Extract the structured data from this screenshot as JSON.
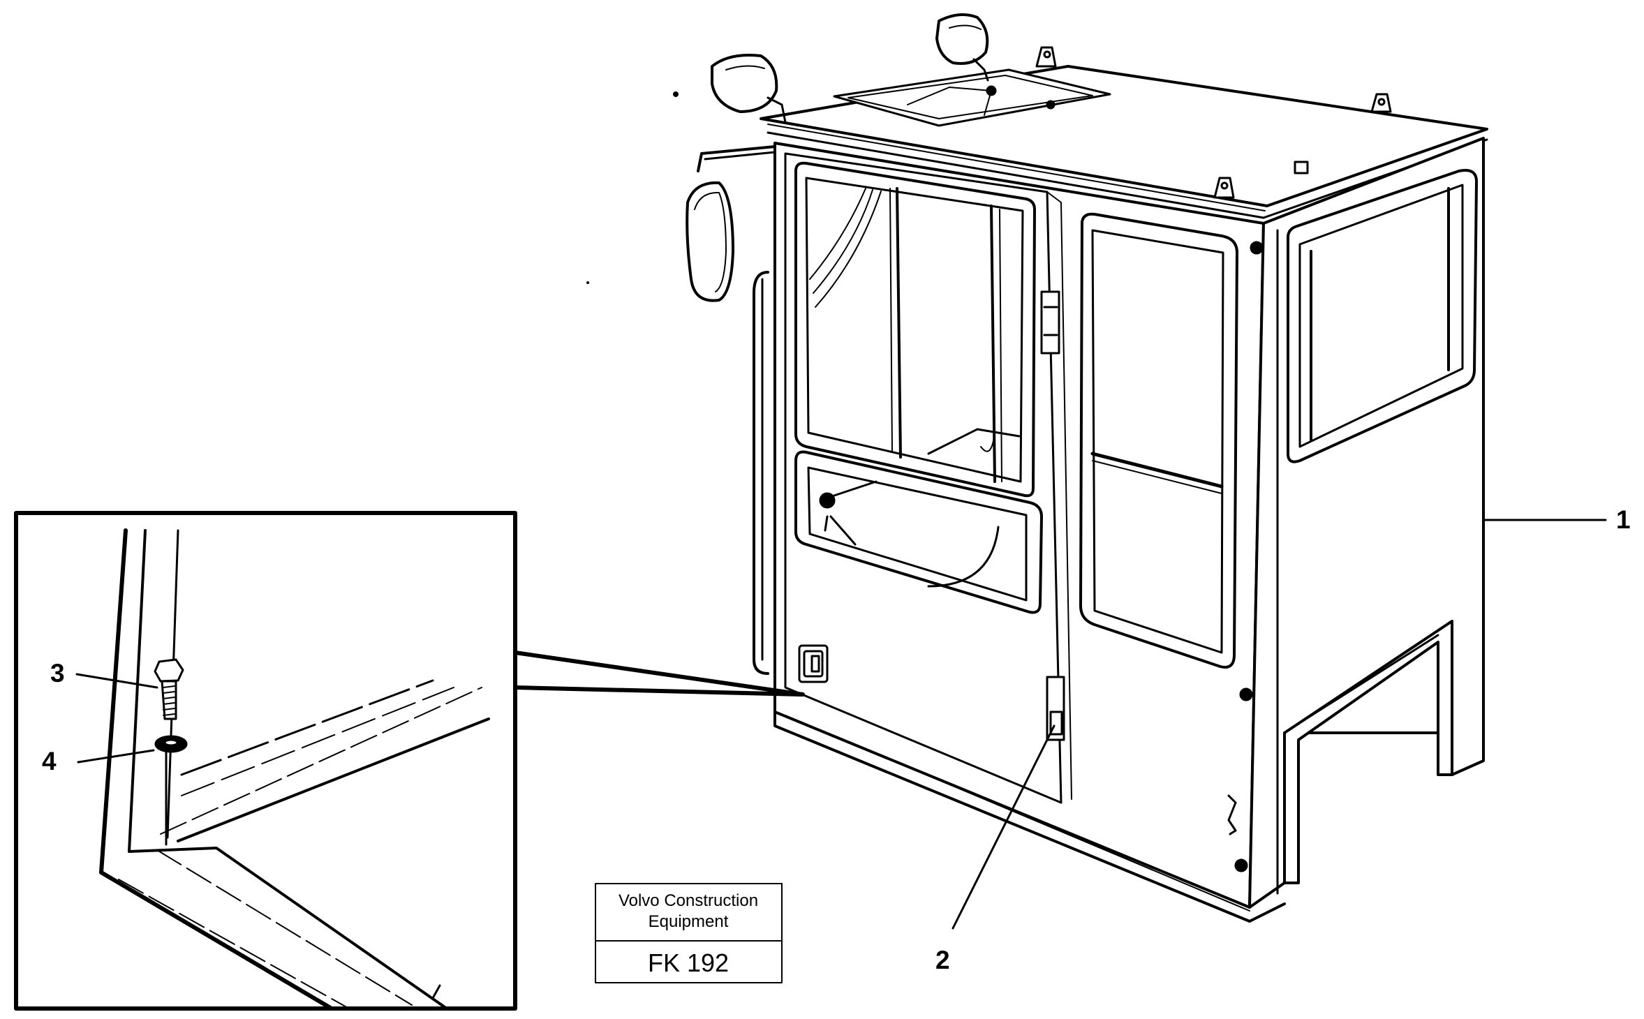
{
  "callouts": [
    {
      "number": "1"
    },
    {
      "number": "2"
    },
    {
      "number": "3"
    },
    {
      "number": "4"
    }
  ],
  "title_block": {
    "company_line1": "Volvo Construction",
    "company_line2": "Equipment",
    "code": "FK 192"
  },
  "colors": {
    "ink": "#000000",
    "paper": "#ffffff"
  }
}
